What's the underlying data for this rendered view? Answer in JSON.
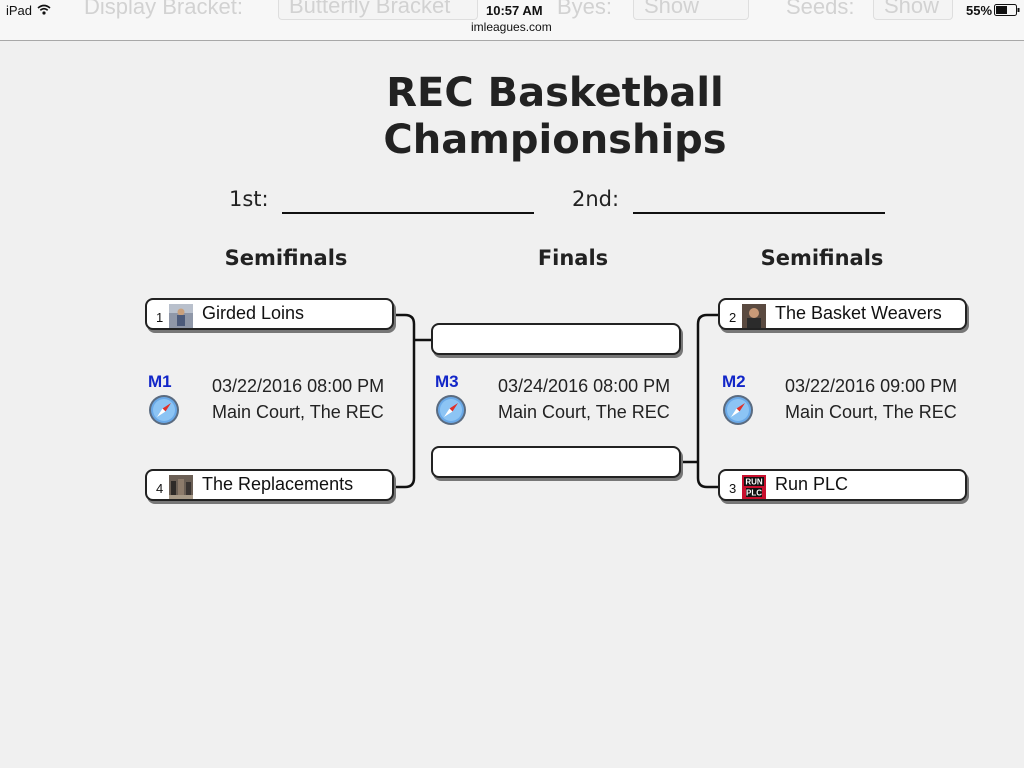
{
  "status_bar": {
    "device": "iPad",
    "time": "10:57 AM",
    "url": "imleagues.com",
    "battery": "55%"
  },
  "toolbar_behind": {
    "display_label": "Display Bracket:",
    "display_value": "Butterfly Bracket",
    "byes_label": "Byes:",
    "byes_value": "Show",
    "seeds_label": "Seeds:",
    "seeds_value": "Show"
  },
  "bracket": {
    "title_line1": "REC Basketball",
    "title_line2": "Championships",
    "first_label": "1st:",
    "second_label": "2nd:",
    "rounds": {
      "left": "Semifinals",
      "center": "Finals",
      "right": "Semifinals"
    },
    "teams": {
      "t1": {
        "seed": "1",
        "name": "Girded Loins"
      },
      "t4": {
        "seed": "4",
        "name": "The Replacements"
      },
      "t2": {
        "seed": "2",
        "name": "The Basket Weavers"
      },
      "t3": {
        "seed": "3",
        "name": "Run PLC"
      }
    },
    "matches": {
      "m1": {
        "id": "M1",
        "datetime": "03/22/2016 08:00 PM",
        "location": "Main Court, The REC"
      },
      "m3": {
        "id": "M3",
        "datetime": "03/24/2016 08:00 PM",
        "location": "Main Court, The REC"
      },
      "m2": {
        "id": "M2",
        "datetime": "03/22/2016 09:00 PM",
        "location": "Main Court, The REC"
      }
    },
    "logo_text": {
      "line1": "RUN",
      "line2": "PLC"
    }
  },
  "colors": {
    "match_id": "#1226c8",
    "background": "#f0f0f0"
  }
}
